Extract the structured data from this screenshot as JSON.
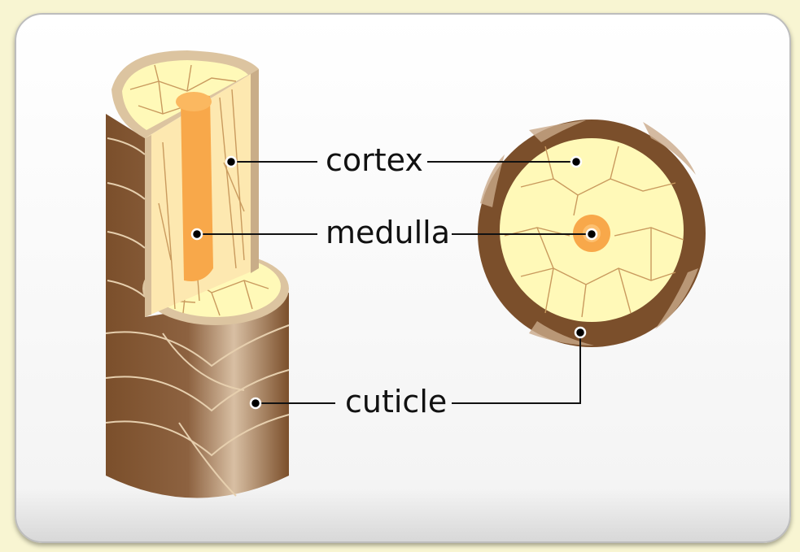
{
  "labels": {
    "cortex": "cortex",
    "medulla": "medulla",
    "cuticle": "cuticle"
  },
  "colors": {
    "cuticle": "#7b4f2b",
    "cortex": "#fff9b8",
    "cortex_cut": "#fde8b0",
    "medulla": "#f8a84a",
    "background": "#f8f5d2"
  }
}
